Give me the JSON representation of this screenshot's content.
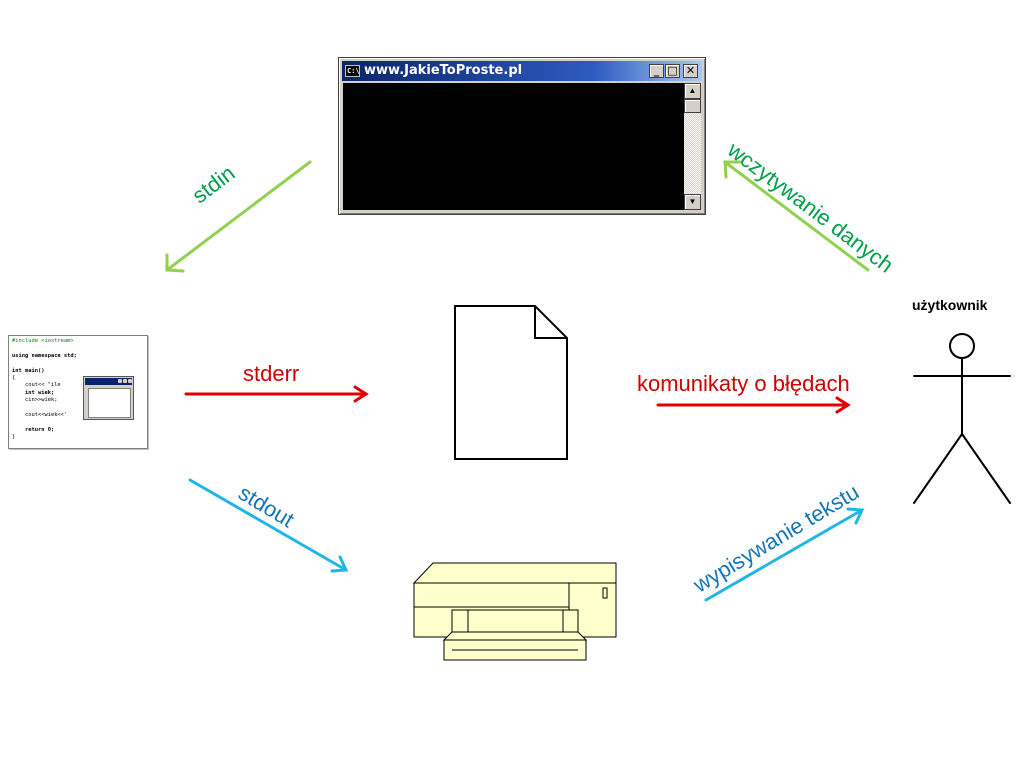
{
  "console": {
    "title": "www.JakieToProste.pl",
    "icon_text": "C:\\",
    "buttons": [
      "_",
      "□",
      "✕"
    ]
  },
  "code": {
    "lines": [
      "#include <iostream>",
      "",
      "using namespace std;",
      "",
      "int main()",
      "{",
      "    cout<< \"ile ",
      "    int wiek;",
      "    cin>>wiek;",
      "",
      "    cout<<wiek<<'",
      "",
      "    return 0;",
      "}"
    ]
  },
  "labels": {
    "stdin": "stdin",
    "stderr": "stderr",
    "stdout": "stdout",
    "reading": "wczytywanie danych",
    "errors": "komunikaty o błędach",
    "writing": "wypisywanie tekstu",
    "user": "użytkownik"
  },
  "colors": {
    "green_line": "#92d050",
    "green_text": "#00a04a",
    "red": "#e00000",
    "blue_line": "#1fb5e6",
    "blue_text": "#1475b5",
    "printer_fill": "#ffffcc"
  },
  "icons": [
    "console-window-icon",
    "source-code-icon",
    "document-file-icon",
    "printer-icon",
    "stick-figure-user-icon"
  ]
}
